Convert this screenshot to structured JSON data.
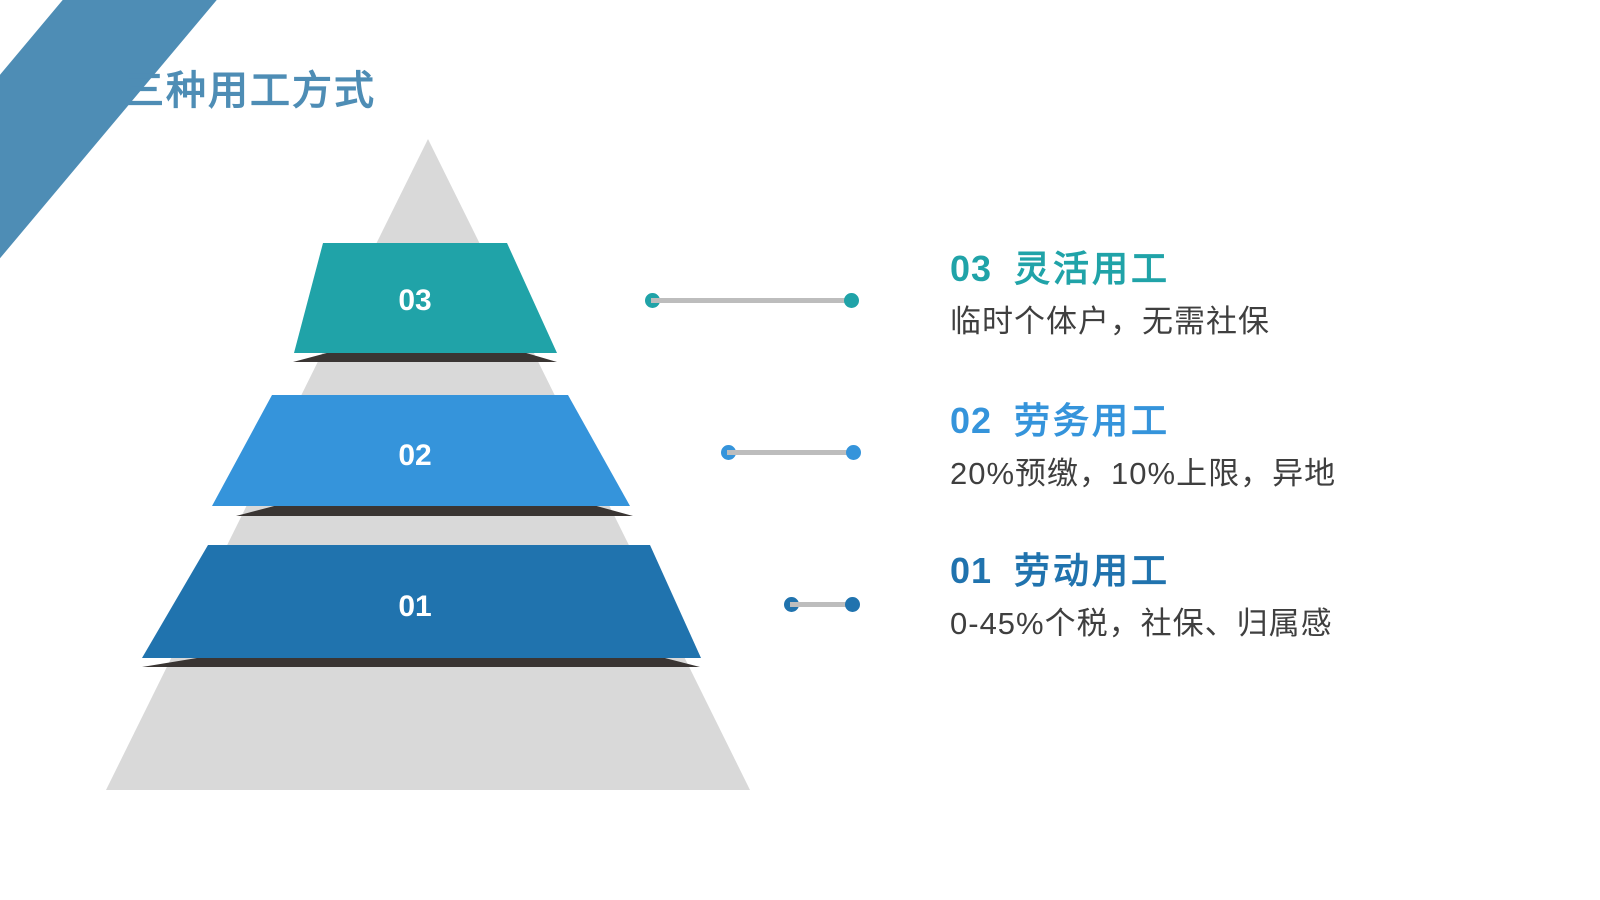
{
  "slide": {
    "title": "三种用工方式",
    "background_color": "#FFFFFF",
    "accent_color": "#4E8DB5"
  },
  "decor": {
    "corner_band_name": "diagonal-band",
    "corner_band_color": "#4E8DB5"
  },
  "chart_data": {
    "type": "pyramid",
    "title": "三种用工方式",
    "orientation": "bottom-up",
    "base_color": "#D9D9D9",
    "tab_shadow_color": "#3A3533",
    "levels": [
      {
        "rank": 3,
        "number": "03",
        "heading_number": "03",
        "heading_label": "灵活用工",
        "description": "临时个体户，无需社保",
        "color": "#20A3A8",
        "position": "top"
      },
      {
        "rank": 2,
        "number": "02",
        "heading_number": "02",
        "heading_label": "劳务用工",
        "description": "20%预缴，10%上限，异地",
        "color": "#3594DB",
        "position": "middle"
      },
      {
        "rank": 1,
        "number": "01",
        "heading_number": "01",
        "heading_label": "劳动用工",
        "description": "0-45%个税，社保、归属感",
        "color": "#2073AE",
        "position": "bottom"
      }
    ],
    "connector_line_color": "#BDBDBD"
  },
  "connectors": [
    {
      "name": "connector-03",
      "dot_color": "#20A3A8",
      "line_color": "#BDBDBD"
    },
    {
      "name": "connector-02",
      "dot_color": "#3594DB",
      "line_color": "#BDBDBD"
    },
    {
      "name": "connector-01",
      "dot_color": "#2073AE",
      "line_color": "#BDBDBD"
    }
  ]
}
